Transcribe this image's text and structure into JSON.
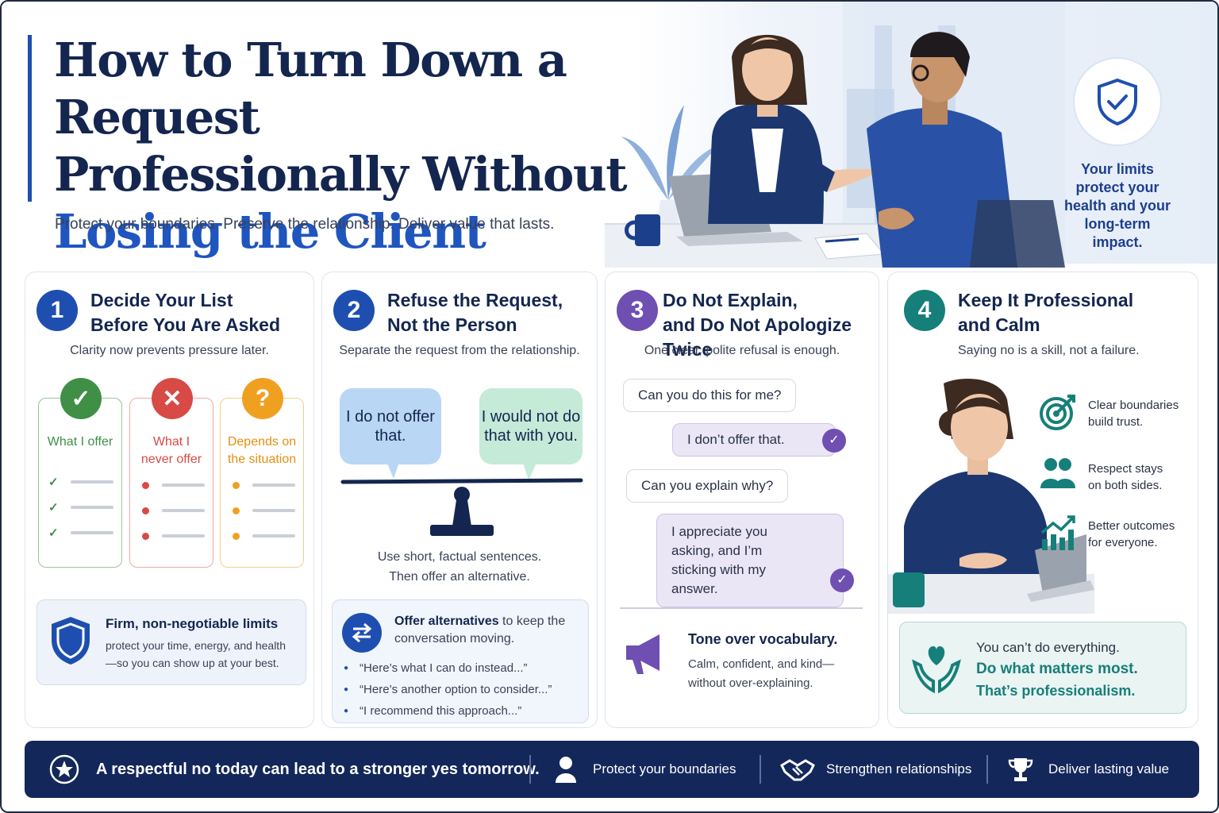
{
  "header": {
    "title_line1": "How to Turn Down a Request",
    "title_line2": "Professionally Without",
    "title_line3": "Losing the Client",
    "subtitle": "Protect your boundaries. Preserve the relationship. Deliver value that lasts."
  },
  "limits_badge": {
    "icon": "shield-check-icon",
    "text": "Your limits protect your health and your long-term impact."
  },
  "cards": [
    {
      "number": "1",
      "title_line1": "Decide Your List",
      "title_line2": "Before You Are Asked",
      "subtitle": "Clarity now prevents pressure later.",
      "columns": [
        {
          "label_line1": "What I offer",
          "label_line2": "",
          "color": "#3f8f46",
          "icon": "check-icon"
        },
        {
          "label_line1": "What I",
          "label_line2": "never offer",
          "color": "#d84a45",
          "icon": "cross-icon"
        },
        {
          "label_line1": "Depends on",
          "label_line2": "the situation",
          "color": "#f0a021",
          "icon": "question-icon"
        }
      ],
      "limit_title": "Firm, non-negotiable limits",
      "limit_text": "protect your time, energy, and health—so you can show up at your best."
    },
    {
      "number": "2",
      "title_line1": "Refuse the Request,",
      "title_line2": "Not the Person",
      "subtitle": "Separate the request from the relationship.",
      "bubble_left": "I do not offer that.",
      "bubble_right": "I would not do that with you.",
      "scale_text_line1": "Use short, factual sentences.",
      "scale_text_line2": "Then offer an alternative.",
      "alt_title_bold": "Offer alternatives",
      "alt_title_rest": " to keep the conversation moving.",
      "alternatives": [
        "“Here’s what I can do instead...”",
        "“Here’s another option to consider...”",
        "“I recommend this approach...”"
      ]
    },
    {
      "number": "3",
      "title_line1": "Do Not Explain,",
      "title_line2": "and Do Not Apologize Twice",
      "subtitle": "One clear, polite refusal is enough.",
      "chat": [
        "Can you do this for me?",
        "I don’t offer that.",
        "Can you explain why?",
        "I appreciate you asking, and I’m sticking with my answer."
      ],
      "tone_title": "Tone over vocabulary.",
      "tone_text_line1": "Calm, confident, and kind—",
      "tone_text_line2": "without over-explaining."
    },
    {
      "number": "4",
      "title_line1": "Keep It Professional",
      "title_line2": "and Calm",
      "subtitle": "Saying no is a skill, not a failure.",
      "benefits": [
        {
          "line1": "Clear boundaries",
          "line2": "build trust.",
          "icon": "target-icon"
        },
        {
          "line1": "Respect stays",
          "line2": "on both sides.",
          "icon": "people-icon"
        },
        {
          "line1": "Better outcomes",
          "line2": "for everyone.",
          "icon": "growth-chart-icon"
        }
      ],
      "closing_line1": "You can’t do everything.",
      "closing_line2": "Do what matters most.",
      "closing_line3": "That’s professionalism."
    }
  ],
  "footer": {
    "tagline": "A respectful no today can lead to a stronger yes tomorrow.",
    "items": [
      {
        "label": "Protect your boundaries",
        "icon": "person-icon"
      },
      {
        "label": "Strengthen relationships",
        "icon": "handshake-icon"
      },
      {
        "label": "Deliver lasting value",
        "icon": "trophy-icon"
      }
    ]
  },
  "colors": {
    "navy": "#14264f",
    "blue": "#1e4fb0",
    "green": "#3f8f46",
    "red": "#d84a45",
    "amber": "#f0a021",
    "purple": "#6f4fb2",
    "teal": "#167f7a"
  }
}
